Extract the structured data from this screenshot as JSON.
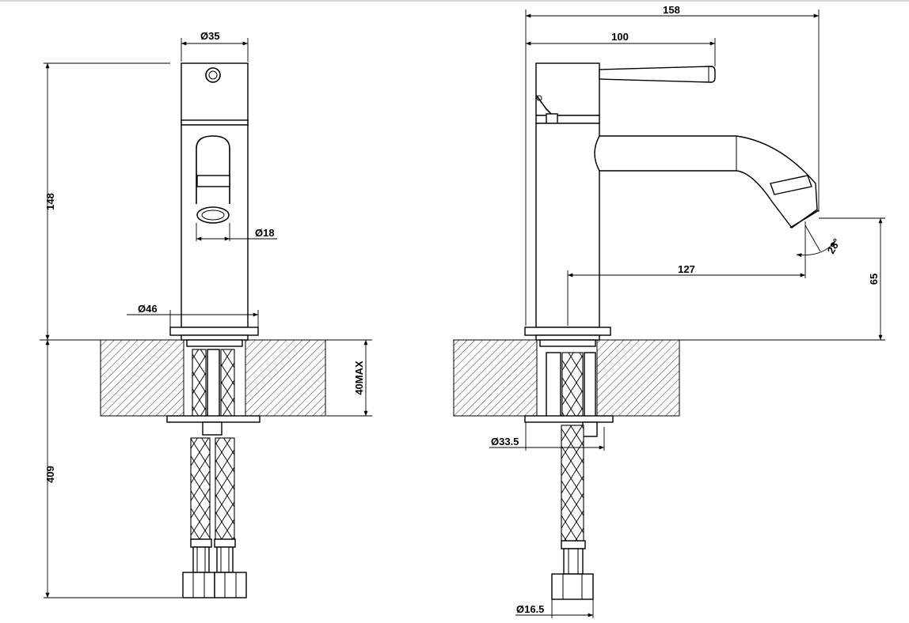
{
  "dimensions": {
    "front_top_diameter": "Ø35",
    "front_spout_diameter": "Ø18",
    "front_base_diameter": "Ø46",
    "front_height": "148",
    "front_below_counter": "409",
    "counter_thickness": "40MAX",
    "side_overall_width": "158",
    "side_handle_reach": "100",
    "side_spout_reach": "127",
    "side_spout_height": "65",
    "side_spout_angle": "28°",
    "side_shank_diameter": "Ø33.5",
    "side_hose_diameter": "Ø16.5"
  }
}
